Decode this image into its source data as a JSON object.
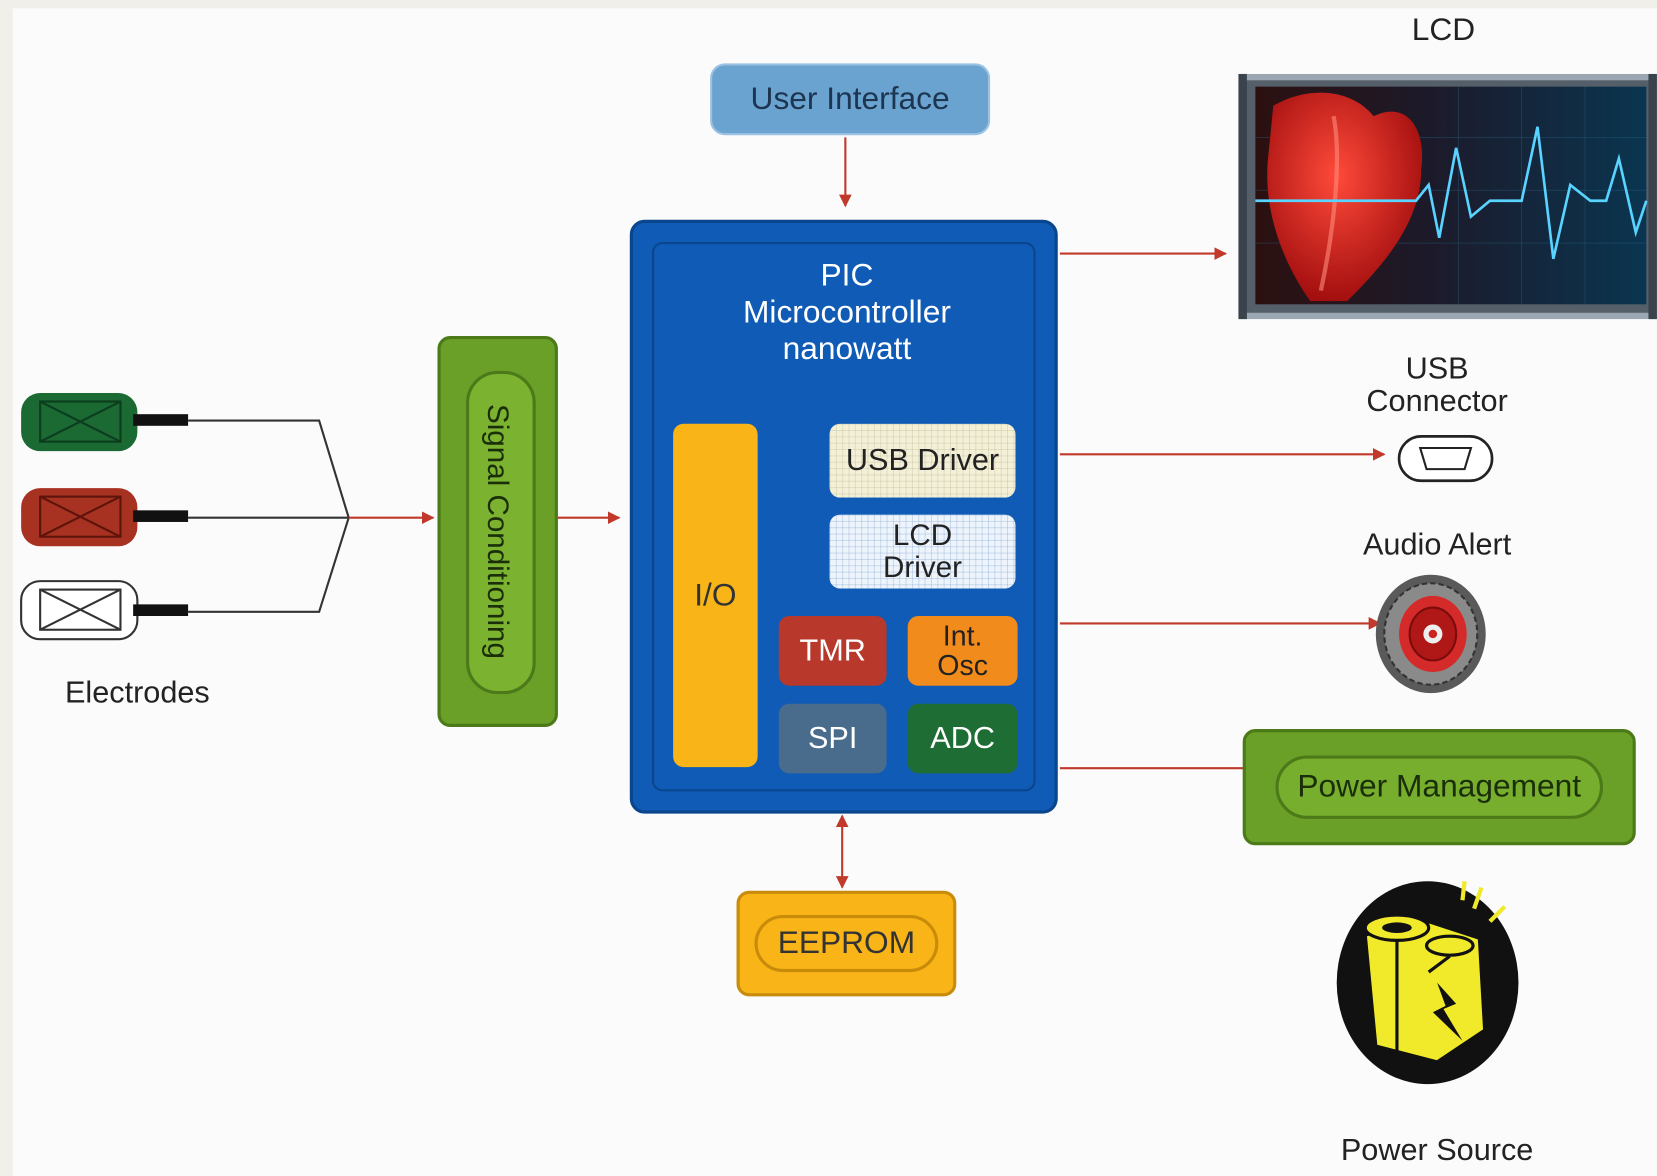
{
  "ui_block": {
    "label": "User Interface"
  },
  "mcu": {
    "title": "PIC\nMicrocontroller\nnanowatt"
  },
  "blocks": {
    "io": "I/O",
    "usb_driver": "USB Driver",
    "lcd_driver": "LCD\nDriver",
    "tmr": "TMR",
    "int_osc": "Int.\nOsc",
    "spi": "SPI",
    "adc": "ADC"
  },
  "signal_conditioning": {
    "label": "Signal Conditioning"
  },
  "eeprom": {
    "label": "EEPROM"
  },
  "power_management": {
    "label": "Power Management"
  },
  "labels": {
    "lcd": "LCD",
    "usb_connector": "USB\nConnector",
    "audio_alert": "Audio Alert",
    "electrodes": "Electrodes",
    "power_source": "Power Source"
  },
  "colors": {
    "mcu_blue": "#0f5bb5",
    "io_yellow": "#f9b418",
    "tmr_red": "#b8382b",
    "osc_orange": "#f08b1c",
    "spi_slate": "#4a6c8c",
    "adc_green": "#1e6d35",
    "ui_blue": "#6aa3cf",
    "green_block": "#6aa028",
    "arrow_red": "#c0392b",
    "electrode_green": "#1b6a34",
    "electrode_red": "#a83222"
  }
}
